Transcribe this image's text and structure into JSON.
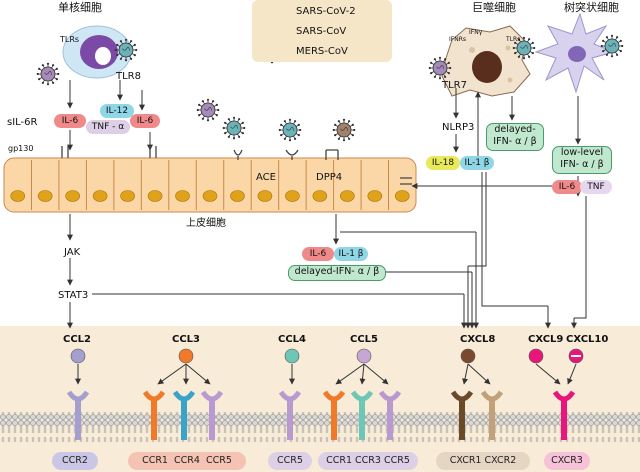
{
  "legend": {
    "items": [
      {
        "name": "SARS-CoV-2",
        "color": "#a58bb8"
      },
      {
        "name": "SARS-CoV",
        "color": "#6bb3b8"
      },
      {
        "name": "MERS-CoV",
        "color": "#a2826a"
      }
    ]
  },
  "cells": {
    "monocyte": "单核细胞",
    "macrophage": "巨噬细胞",
    "dendritic": "树突状细胞",
    "epithelial": "上皮细胞"
  },
  "monocyte": {
    "tlr": "TLRs",
    "tlr8": "TLR8",
    "sil6r": "sIL-6R",
    "gp130": "gp130",
    "il6_left": "IL-6",
    "il12": "IL-12",
    "tnf": "TNF - α",
    "il6_right": "IL-6"
  },
  "receptors_epi": {
    "ace": "ACE",
    "dpp4": "DPP4"
  },
  "macrophage": {
    "ifng": "IFNγ",
    "ifnrs": "IFNRs",
    "tlrs": "TLRs",
    "tlr7": "TLR7",
    "nlrp3": "NLRP3",
    "il18": "IL-18",
    "il1b": "IL-1 β",
    "delayed": [
      "delayed-",
      "IFN- α / β"
    ]
  },
  "dendritic": {
    "lowlevel": [
      "low-level",
      "IFN- α / β"
    ],
    "il6": "IL-6",
    "tnf": "TNF"
  },
  "mid": {
    "il6": "IL-6",
    "il1b": "IL-1 β",
    "delayed": "delayed-IFN- α / β"
  },
  "pathway": {
    "jak": "JAK",
    "stat3": "STAT3"
  },
  "chemokines": [
    {
      "name": "CCL2",
      "color": "#a59fcf"
    },
    {
      "name": "CCL3",
      "color": "#f07a2a"
    },
    {
      "name": "CCL4",
      "color": "#6dc6b6"
    },
    {
      "name": "CCL5",
      "color": "#c7a6d6"
    },
    {
      "name": "CXCL8",
      "color": "#7a4a2e"
    },
    {
      "name": "CXCL9",
      "color": "#e8157a"
    },
    {
      "name": "CXCL10",
      "color": "#e8157a"
    }
  ],
  "receptor_groups": [
    {
      "labels": [
        "CCR2"
      ],
      "color": "#c9c6e6"
    },
    {
      "labels": [
        "CCR1",
        "CCR4",
        "CCR5"
      ],
      "color": "#f5c3b3"
    },
    {
      "labels": [
        "CCR5"
      ],
      "color": "#ddd0e6"
    },
    {
      "labels": [
        "CCR1",
        "CCR3",
        "CCR5"
      ],
      "color": "#ddd0e6"
    },
    {
      "labels": [
        "CXCR1",
        "CXCR2"
      ],
      "color": "#e4d6c2"
    },
    {
      "labels": [
        "CXCR3"
      ],
      "color": "#f6c2d8"
    }
  ]
}
